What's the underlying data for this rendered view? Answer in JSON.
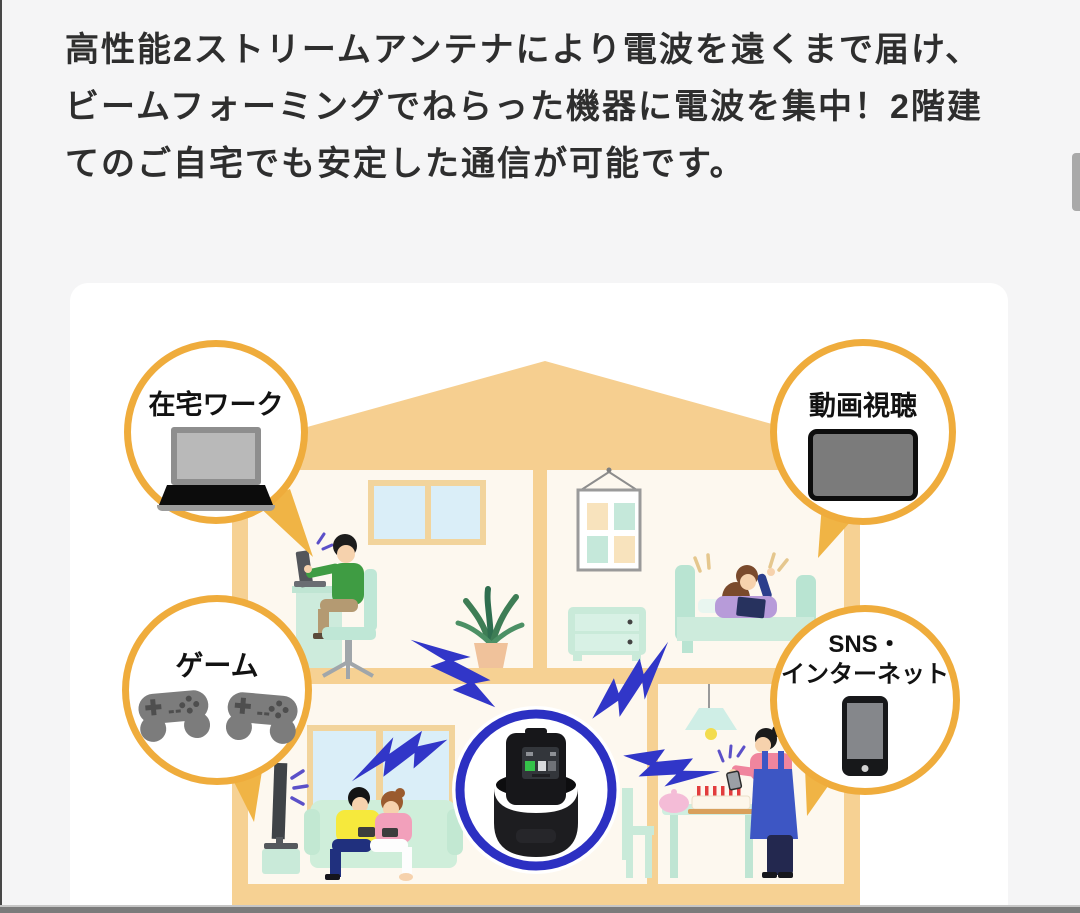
{
  "heading": {
    "lines": [
      "高性能2ストリームアンテナにより電波を遠くまで届け、",
      "ビームフォーミングでねらった機器に電波を集中！2階建",
      "てのご自宅でも安定した通信が可能です。"
    ]
  },
  "callouts": {
    "zaitaku": {
      "label": "在宅ワーク",
      "icon": "laptop-icon"
    },
    "douga": {
      "label": "動画視聴",
      "icon": "tablet-icon"
    },
    "game": {
      "label": "ゲーム",
      "icon": "gamepad-icon"
    },
    "sns": {
      "line1": "SNS・",
      "line2": "インターネット",
      "icon": "smartphone-icon"
    }
  },
  "colors": {
    "page_bg": "#f5f5f6",
    "text": "#2e2e2e",
    "callout_border": "#efac3c",
    "callout_tail": "#f0b445",
    "bolt_blue": "#3136c8",
    "router_ring": "#2c30c2",
    "house_frame": "#f6d193",
    "roof": "#f6cf90",
    "room_bg": "#fdf8ef",
    "window_blue": "#daeef8",
    "furniture_mint": "#c9ead9"
  }
}
